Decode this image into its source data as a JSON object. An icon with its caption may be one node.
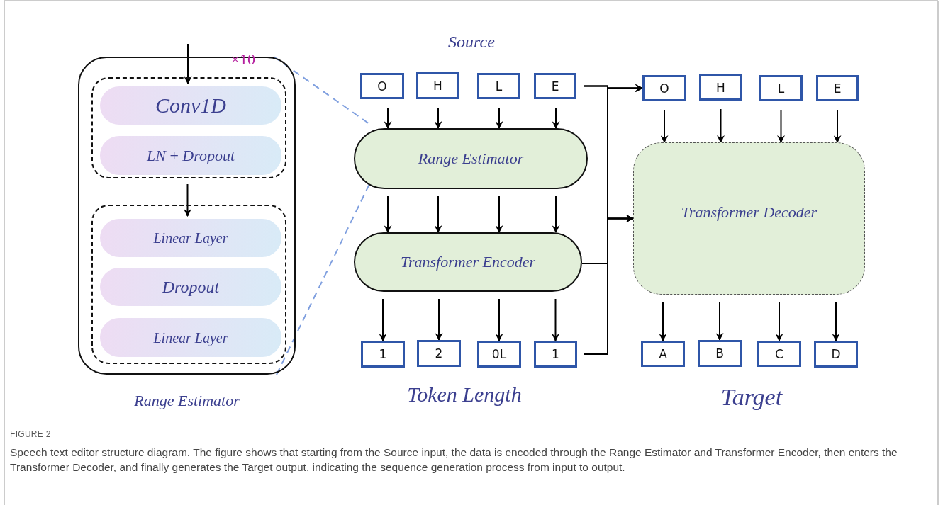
{
  "diagram": {
    "title": "FIGURE 2",
    "caption": "Speech text editor structure diagram. The figure shows that starting from the Source input, the data is encoded through the Range Estimator and Transformer Encoder, then enters the Transformer Decoder, and finally generates the Target output, indicating the sequence generation process from input to output.",
    "nodes": [
      {
        "text": [
          "Range Estimator"
        ]
      },
      {
        "text": [
          "×10"
        ],
        "in": 0
      },
      {
        "text": [
          "Conv1D"
        ],
        "in": 1
      },
      {
        "text": [
          "*LN* + *Dropout*"
        ],
        "in": 1
      },
      {
        "text": [],
        "shape": "box",
        "in": 0
      },
      {
        "text": [
          "Linear Layer"
        ],
        "in": 4
      },
      {
        "text": [
          "Dropout"
        ],
        "in": 4
      },
      {
        "text": [
          "Linear Layer"
        ],
        "in": 4
      },
      {
        "text": [
          "O"
        ]
      },
      {
        "text": [
          "H"
        ]
      },
      {
        "text": [
          "L"
        ]
      },
      {
        "text": [
          "E"
        ]
      },
      {
        "text": [
          "Range Estimator"
        ]
      },
      {
        "text": [
          "Transformer Encoder"
        ]
      },
      {
        "text": [
          "1"
        ]
      },
      {
        "text": [
          "2"
        ]
      },
      {
        "text": [
          "0L"
        ]
      },
      {
        "text": [
          "1"
        ]
      },
      {
        "text": [
          "O"
        ]
      },
      {
        "text": [
          "H"
        ]
      },
      {
        "text": [
          "L"
        ]
      },
      {
        "text": [
          "E"
        ]
      },
      {
        "text": [
          "Transformer Decoder"
        ]
      },
      {
        "text": [
          "A"
        ]
      },
      {
        "text": [
          "B"
        ]
      },
      {
        "text": [
          "C"
        ]
      },
      {
        "text": [
          "D"
        ]
      }
    ],
    "edges": [
      {
        "from": null,
        "to": 2,
        "arrow": "to"
      },
      {
        "from": 1,
        "to": 5,
        "arrow": "to"
      },
      {
        "from": 0,
        "to": 12,
        "arrow": "none",
        "style": "dashed",
        "color": "#7f9fdf"
      },
      {
        "from": 0,
        "to": 12,
        "arrow": "none",
        "style": "dashed",
        "color": "#7f9fdf"
      },
      {
        "from": 8,
        "to": 12,
        "arrow": "to"
      },
      {
        "from": 9,
        "to": 12,
        "arrow": "to"
      },
      {
        "from": 10,
        "to": 12,
        "arrow": "to"
      },
      {
        "from": 11,
        "to": 12,
        "arrow": "to"
      },
      {
        "from": 12,
        "to": 13,
        "arrow": "to"
      },
      {
        "from": 12,
        "to": 13,
        "arrow": "to"
      },
      {
        "from": 12,
        "to": 13,
        "arrow": "to"
      },
      {
        "from": 12,
        "to": 13,
        "arrow": "to"
      },
      {
        "from": 13,
        "to": 14,
        "arrow": "to"
      },
      {
        "from": 13,
        "to": 15,
        "arrow": "to"
      },
      {
        "from": 13,
        "to": 16,
        "arrow": "to"
      },
      {
        "from": 13,
        "to": 17,
        "arrow": "to"
      },
      {
        "from": 11,
        "to": 18,
        "arrow": "to"
      },
      {
        "from": 11,
        "to": 22,
        "arrow": "to"
      },
      {
        "from": 13,
        "to": 18,
        "arrow": "to"
      },
      {
        "from": 13,
        "to": 22,
        "arrow": "to"
      },
      {
        "from": 17,
        "to": 18,
        "arrow": "to"
      },
      {
        "from": 17,
        "to": 22,
        "arrow": "to"
      },
      {
        "from": 18,
        "to": 22,
        "arrow": "to"
      },
      {
        "from": 19,
        "to": 22,
        "arrow": "to"
      },
      {
        "from": 20,
        "to": 22,
        "arrow": "to"
      },
      {
        "from": 21,
        "to": 22,
        "arrow": "to"
      },
      {
        "from": 22,
        "to": 23,
        "arrow": "to"
      },
      {
        "from": 22,
        "to": 24,
        "arrow": "to"
      },
      {
        "from": 22,
        "to": 25,
        "arrow": "to"
      },
      {
        "from": 22,
        "to": 26,
        "arrow": "to"
      }
    ],
    "labels": [
      "Source",
      "Token Length",
      "Target"
    ]
  }
}
